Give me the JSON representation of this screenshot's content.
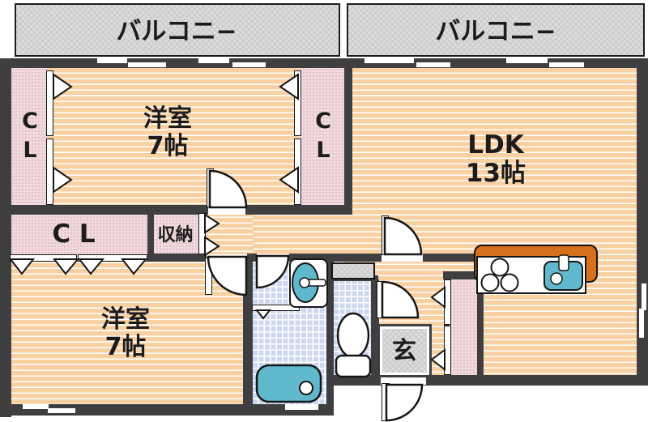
{
  "floorplan": {
    "balcony_left": {
      "label": "バルコニ−"
    },
    "balcony_right": {
      "label": "バルコニ−"
    },
    "rooms": {
      "western_top": {
        "name": "洋室",
        "size": "7帖"
      },
      "ldk": {
        "name": "LDK",
        "size": "13帖"
      },
      "western_bottom": {
        "name": "洋室",
        "size": "7帖"
      },
      "closet_left": {
        "line1": "C",
        "line2": "L"
      },
      "closet_middle": {
        "line1": "C",
        "line2": "L"
      },
      "closet_lower": {
        "label": "C L"
      },
      "storage": {
        "label": "収納"
      },
      "entrance": {
        "label": "玄"
      }
    },
    "colors": {
      "wall": "#3f3f41",
      "room_floor": "#f8d0a2",
      "closet": "#f1d9dd",
      "wet_area": "#ccd8f0",
      "balcony": "#dcdcdc",
      "fixture_teal": "#5fb8cb",
      "counter_orange": "#d4711a"
    }
  }
}
